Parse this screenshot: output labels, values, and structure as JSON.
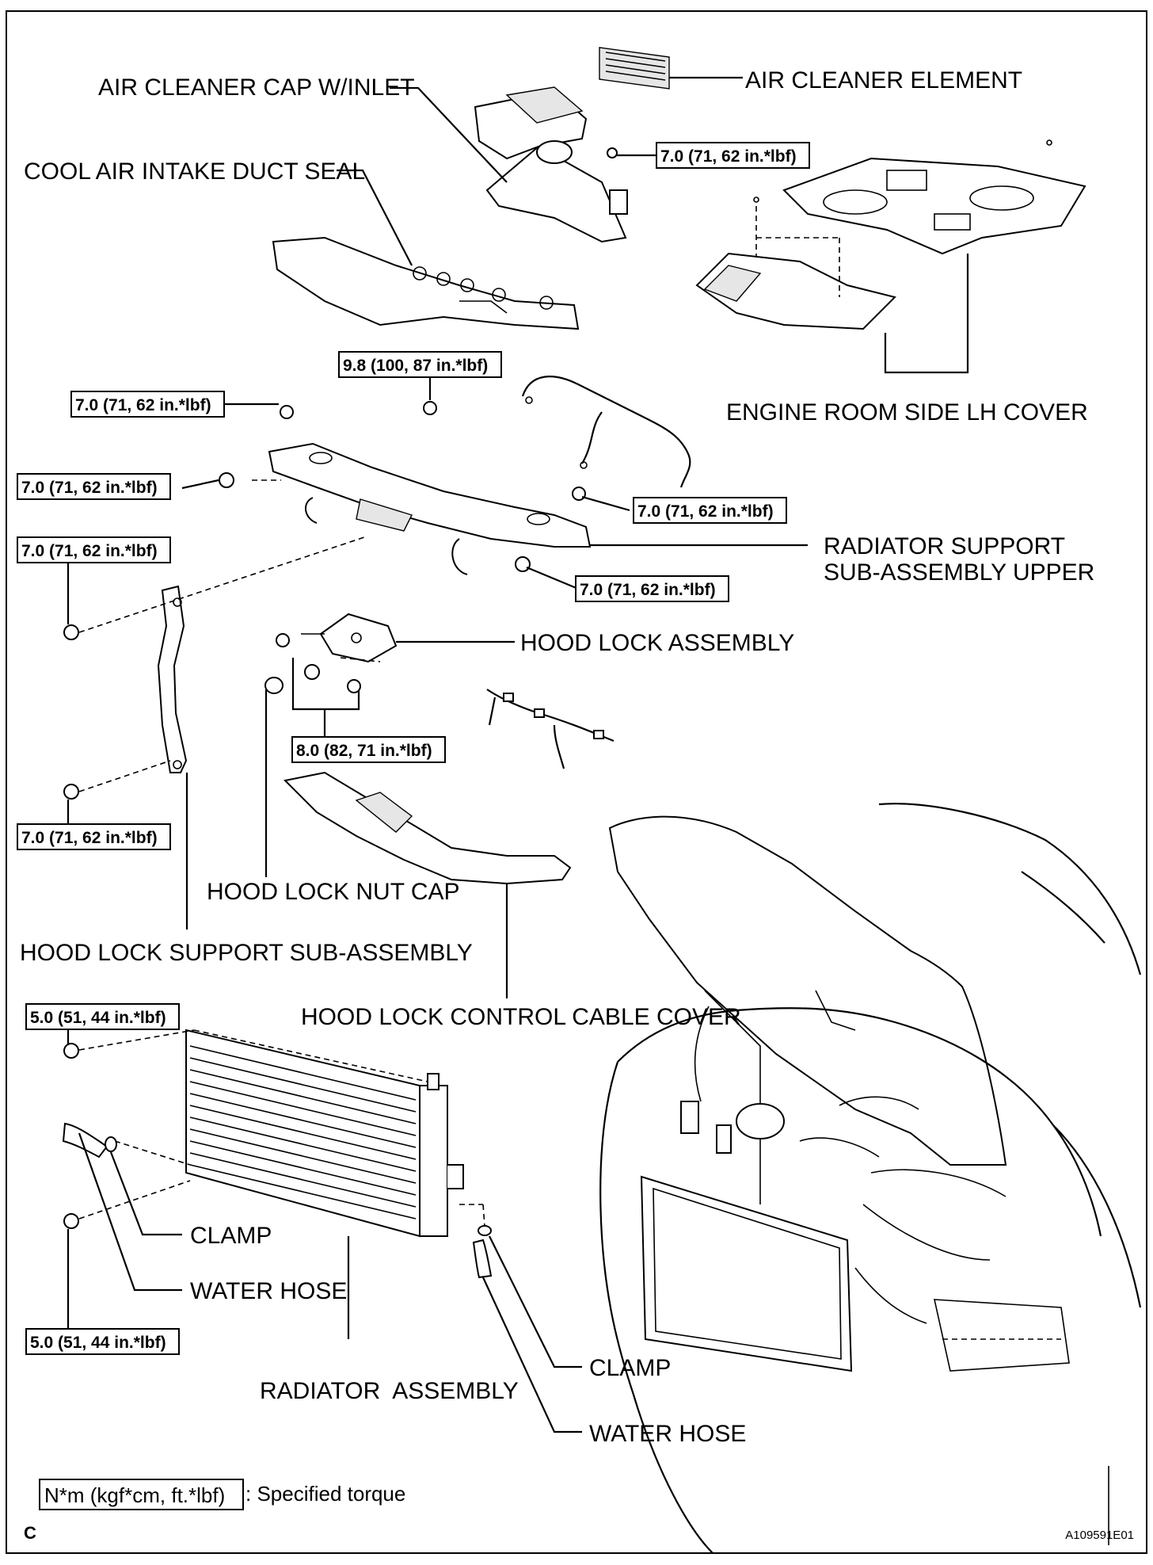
{
  "labels": {
    "air_cleaner_cap": "AIR CLEANER CAP W/INLET",
    "air_cleaner_element": "AIR CLEANER ELEMENT",
    "cool_air_intake": "COOL AIR INTAKE DUCT SEAL",
    "engine_room_cover": "ENGINE ROOM SIDE LH COVER",
    "radiator_support_1": "RADIATOR SUPPORT",
    "radiator_support_2": "SUB-ASSEMBLY UPPER",
    "hood_lock_assembly": "HOOD LOCK ASSEMBLY",
    "hood_lock_nut_cap": "HOOD LOCK NUT CAP",
    "hood_lock_support": "HOOD LOCK SUPPORT SUB-ASSEMBLY",
    "hood_lock_cable_cover": "HOOD LOCK CONTROL CABLE COVER",
    "clamp_left": "CLAMP",
    "water_hose_left": "WATER HOSE",
    "radiator_assembly": "RADIATOR  ASSEMBLY",
    "clamp_right": "CLAMP",
    "water_hose_right": "WATER HOSE"
  },
  "torques": {
    "t1": "7.0 (71, 62 in.*lbf)",
    "t2": "9.8 (100, 87 in.*lbf)",
    "t3": "7.0 (71, 62 in.*lbf)",
    "t4": "7.0 (71, 62 in.*lbf)",
    "t5": "7.0 (71, 62 in.*lbf)",
    "t6": "7.0 (71, 62 in.*lbf)",
    "t7": "7.0 (71, 62 in.*lbf)",
    "t8": "8.0 (82, 71 in.*lbf)",
    "t9": "7.0 (71, 62 in.*lbf)",
    "t10": "5.0 (51, 44 in.*lbf)",
    "t11": "5.0 (51, 44 in.*lbf)"
  },
  "legend": {
    "unit_box": "N*m (kgf*cm, ft.*lbf)",
    "text": ": Specified torque"
  },
  "corner": {
    "left": "C",
    "right": "A109591E01"
  }
}
